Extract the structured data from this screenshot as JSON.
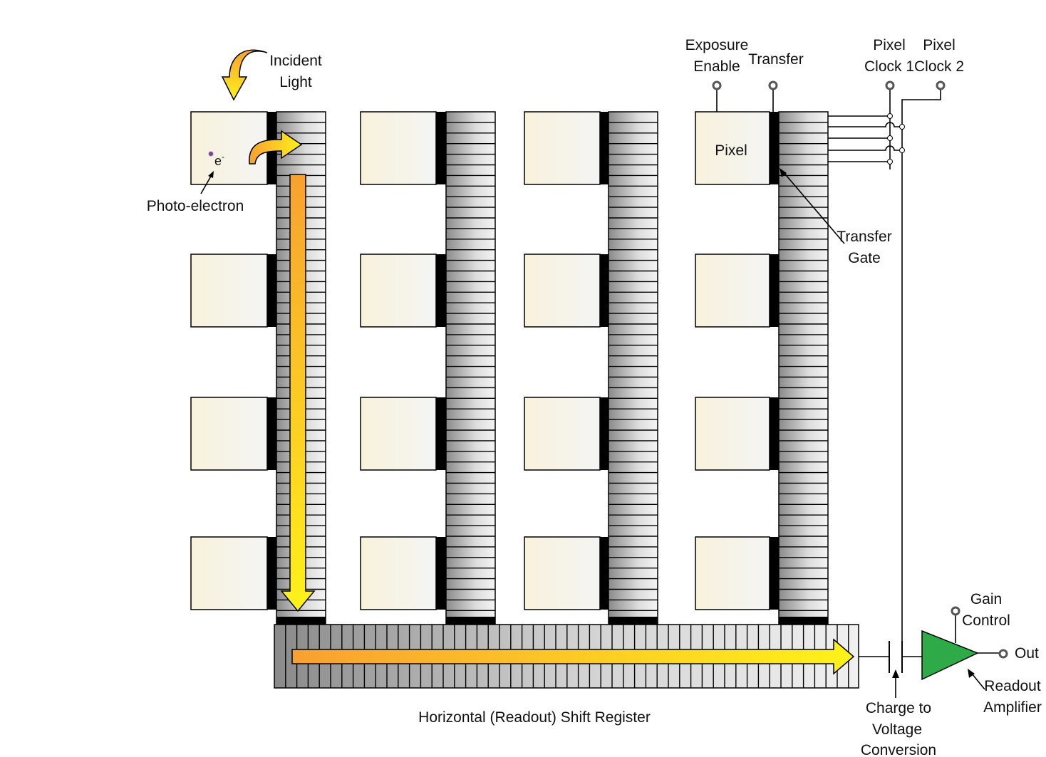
{
  "labels": {
    "incident_light": [
      "Incident",
      "Light"
    ],
    "photo_electron": "Photo-electron",
    "electron_symbol": "e",
    "electron_charge": "-",
    "exposure_enable": [
      "Exposure",
      "Enable"
    ],
    "transfer": "Transfer",
    "pixel_clock_1": [
      "Pixel",
      "Clock 1"
    ],
    "pixel_clock_2": [
      "Pixel",
      "Clock 2"
    ],
    "pixel": "Pixel",
    "transfer_gate": [
      "Transfer",
      "Gate"
    ],
    "gain_control": [
      "Gain",
      "Control"
    ],
    "out": "Out",
    "readout_amplifier": [
      "Readout",
      "Amplifier"
    ],
    "charge_to_voltage": [
      "Charge to",
      "Voltage",
      "Conversion"
    ],
    "horizontal_register": "Horizontal (Readout) Shift Register"
  },
  "colors": {
    "arrow_start": "#f7a130",
    "arrow_end": "#fff21a",
    "amplifier": "#2eaa48",
    "pixel_fill": "#f8f3e2",
    "gate": "#000000",
    "electron": "#7a3fa0"
  }
}
